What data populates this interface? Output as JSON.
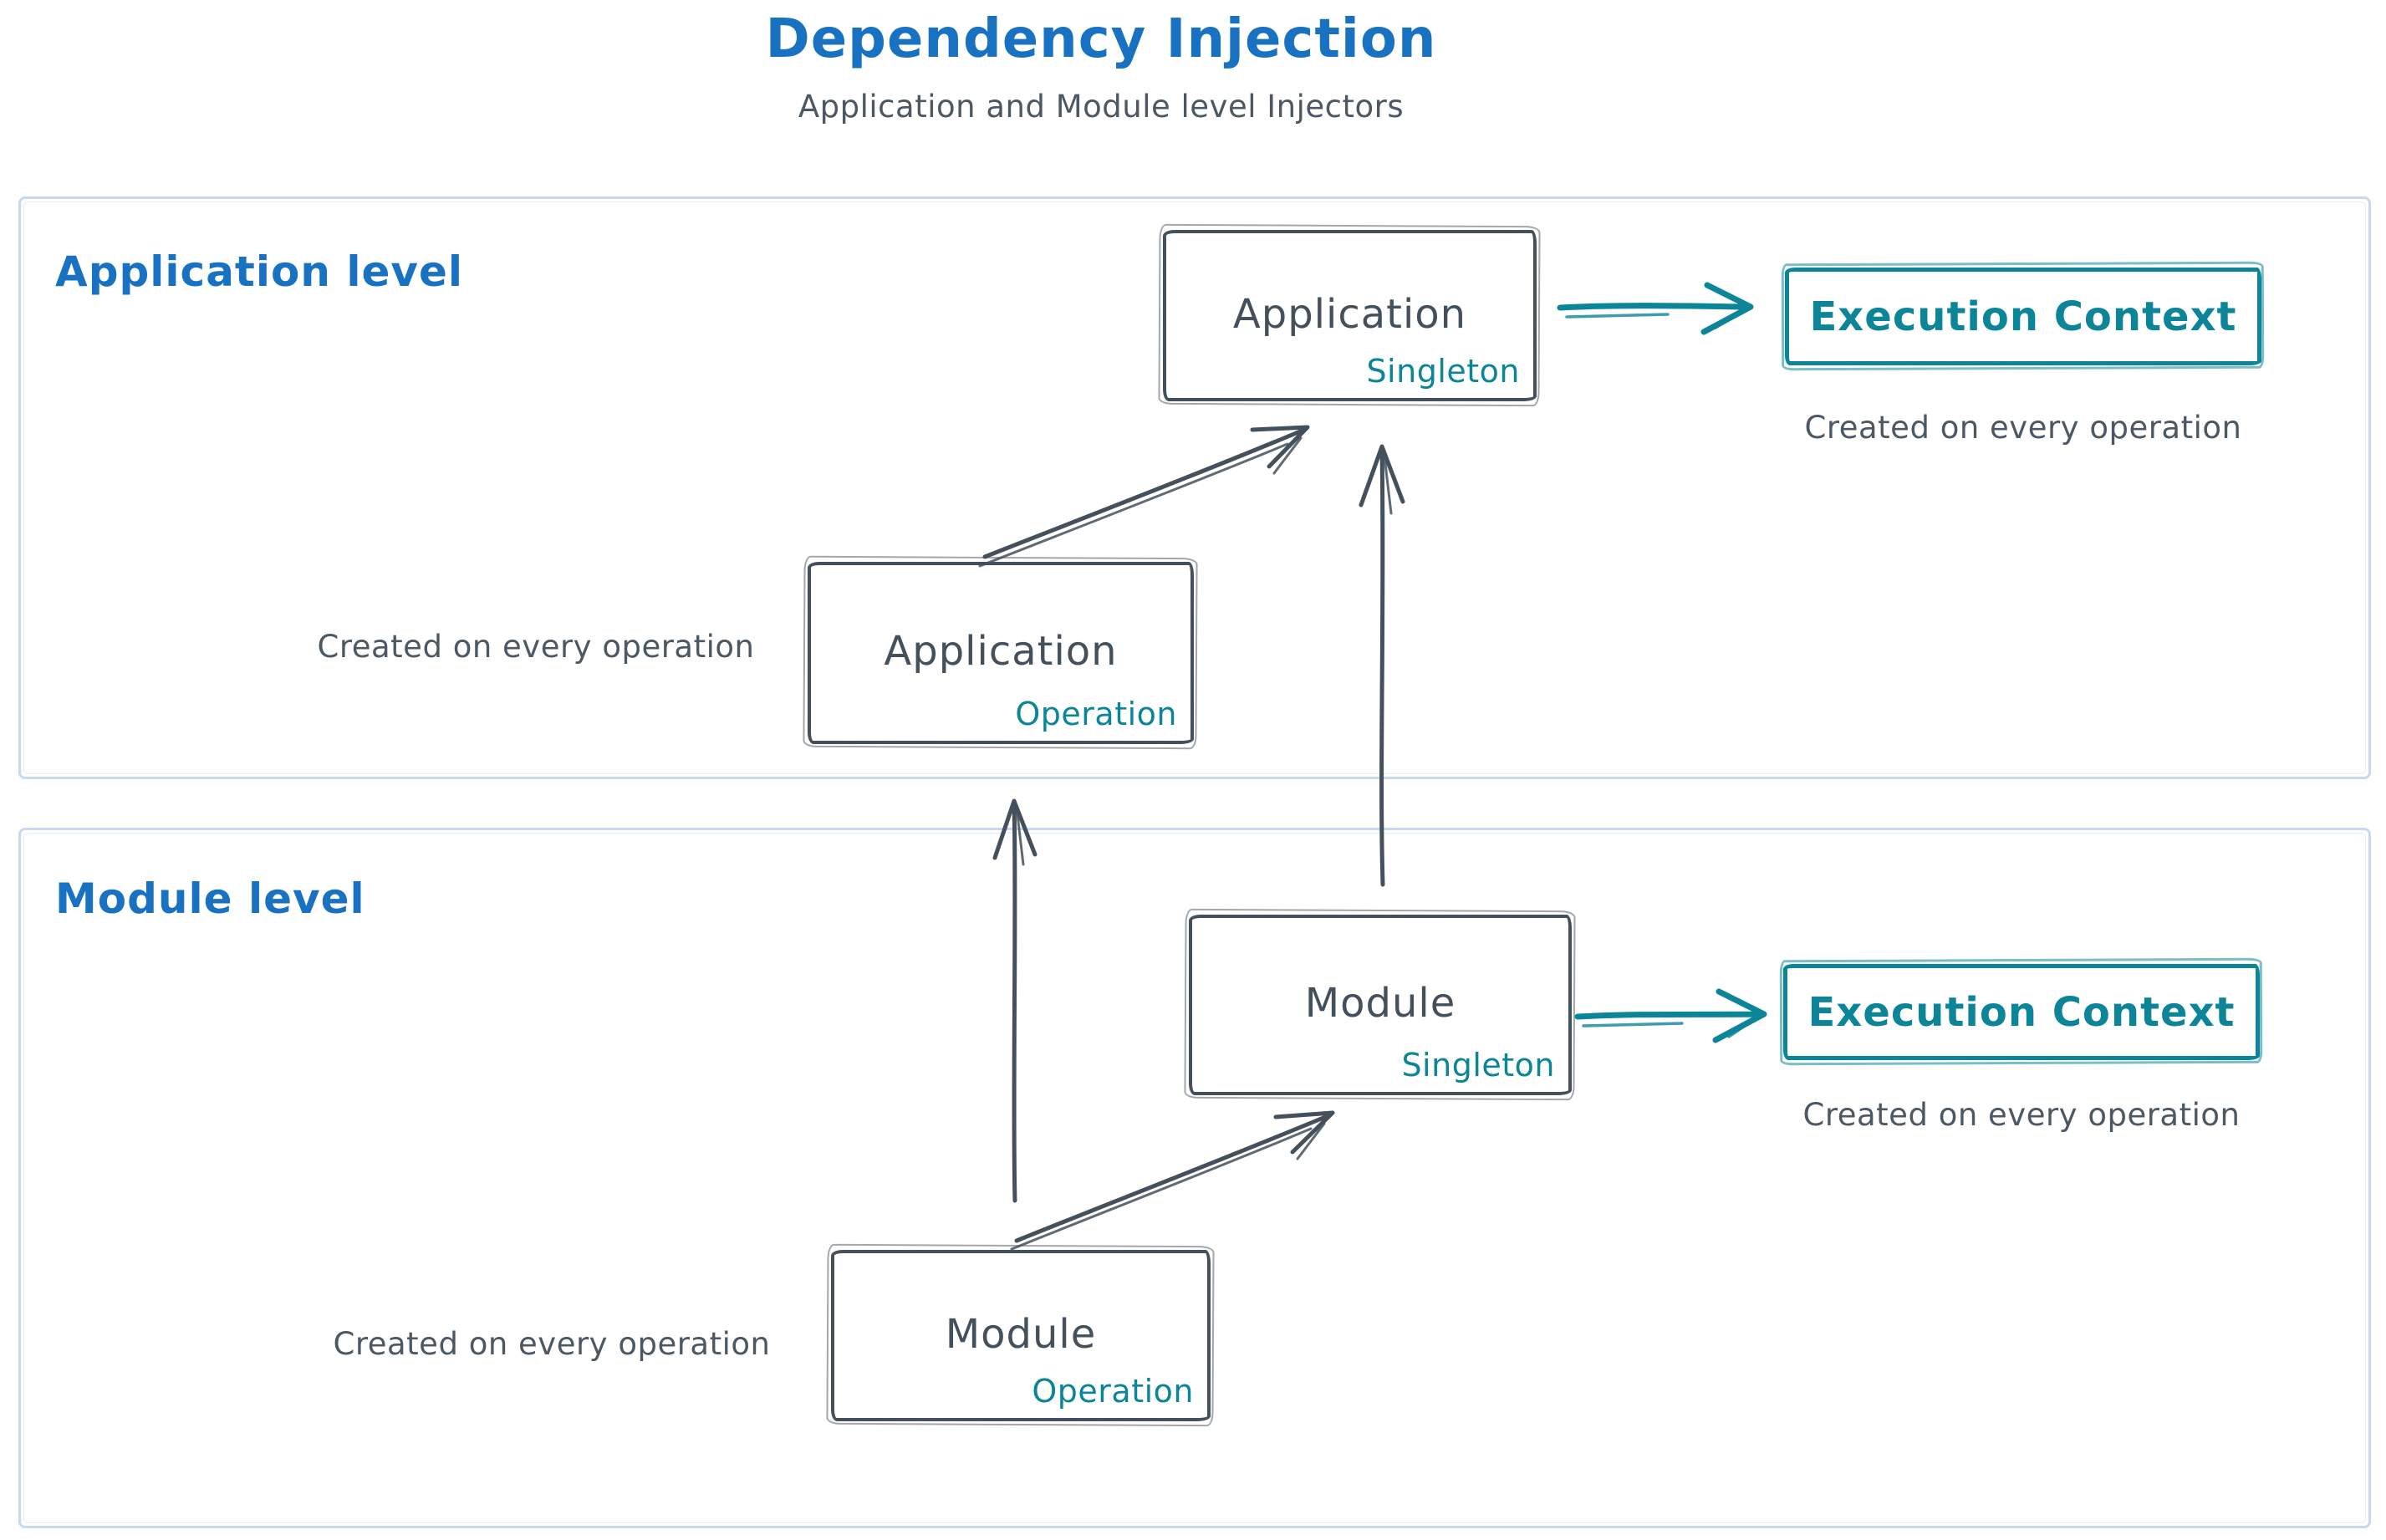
{
  "title": {
    "main": "Dependency Injection",
    "subtitle": "Application and Module level Injectors"
  },
  "sections": {
    "application": {
      "label": "Application level"
    },
    "module": {
      "label": "Module level"
    }
  },
  "nodes": {
    "app_singleton": {
      "title": "Application",
      "badge": "Singleton"
    },
    "app_operation": {
      "title": "Application",
      "badge": "Operation"
    },
    "module_singleton": {
      "title": "Module",
      "badge": "Singleton"
    },
    "module_operation": {
      "title": "Module",
      "badge": "Operation"
    },
    "exec_context_app": {
      "title": "Execution Context",
      "caption": "Created on every operation"
    },
    "exec_context_module": {
      "title": "Execution Context",
      "caption": "Created on every operation"
    }
  },
  "captions": {
    "app_operation": "Created on every operation",
    "module_operation": "Created on every operation"
  },
  "colors": {
    "accent_blue": "#1971c2",
    "accent_teal": "#0c8599",
    "ink": "#44505c",
    "container_border": "#c6d9f1"
  }
}
